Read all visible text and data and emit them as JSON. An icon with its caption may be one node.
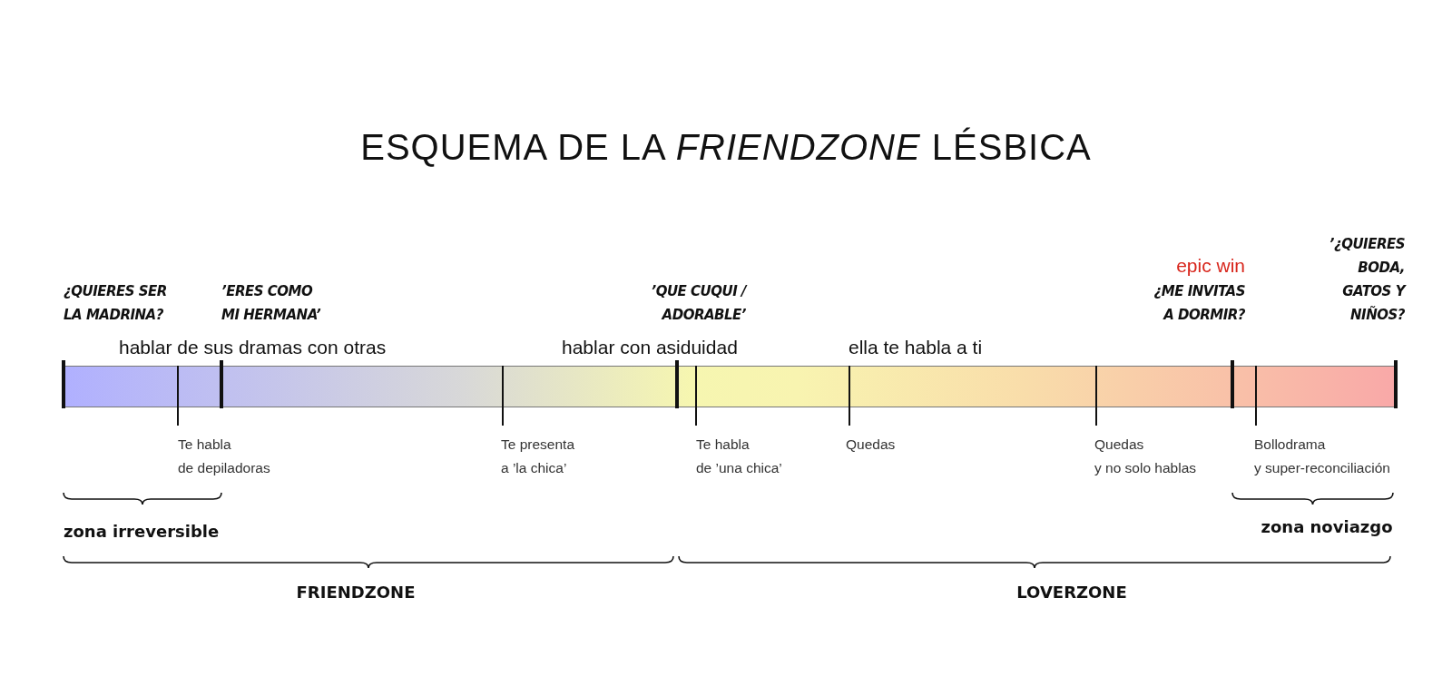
{
  "diagram": {
    "title": "ESQUEMA DE LA *FRIENDZONE* LÉSBICA",
    "labels": [
      "epic win",
      "’¿QUIERES BODA, GATOS Y NIÑOS?",
      "¿QUIERES SER LA MADRINA?",
      "’ERES COMO MI HERMANA’",
      "’QUE CUQUI / ADORABLE’",
      "¿ME INVITAS A DORMIR?",
      "hablar de sus dramas con otras",
      "hablar con asiduidad",
      "ella te habla a ti",
      "Te habla de depiladoras",
      "Te presenta a ’la chica’",
      "Te habla de ’una chica’",
      "Quedas",
      "Quedas y no solo hablas",
      "Bollodrama y super-reconciliación",
      "zona irreversible",
      "zona noviazgo",
      "FRIENDZONE",
      "LOVERZONE"
    ]
  }
}
